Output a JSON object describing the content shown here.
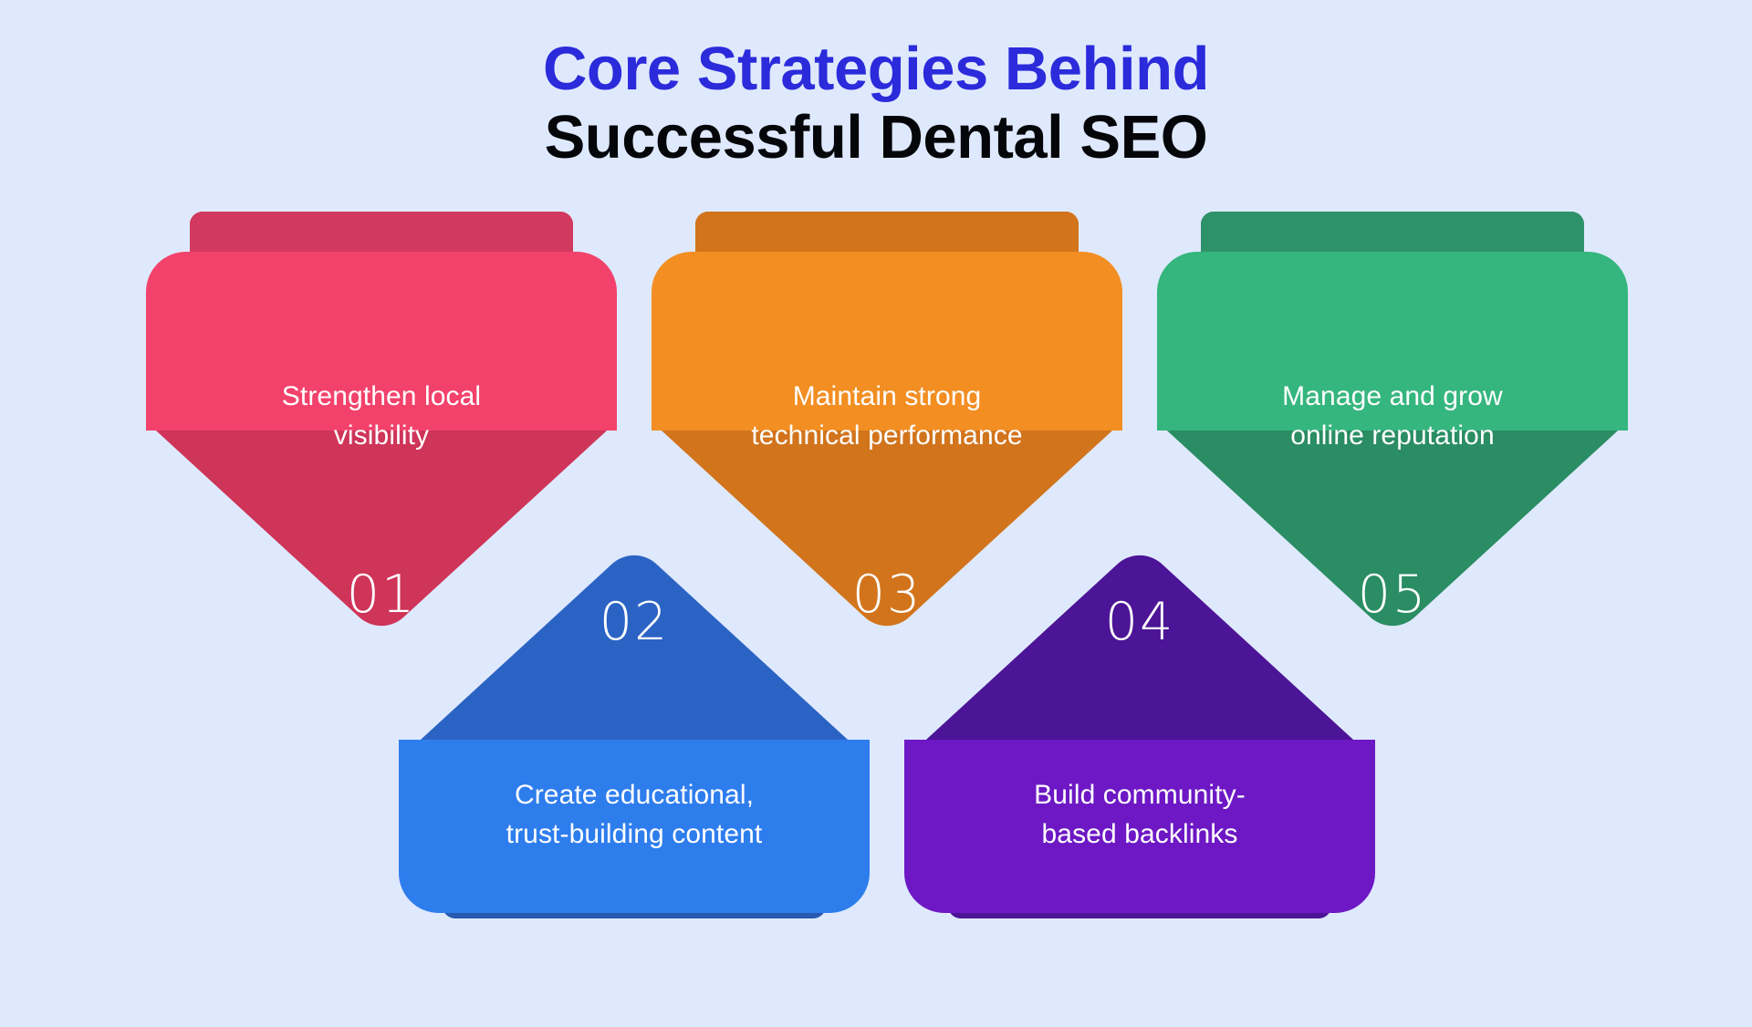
{
  "background_color": "#dfe9fd",
  "title": {
    "line1": "Core Strategies Behind",
    "line1_color": "#2b2bdb",
    "line2": "Successful Dental SEO",
    "line2_color": "#05060a"
  },
  "cards": [
    {
      "number": "01",
      "label": "Strengthen local\nvisibility",
      "orientation": "down",
      "body_color": "#f2426b",
      "accent_color": "#cf3459",
      "tab_color": "#d13a5e",
      "tab_shadow_color": "#c03454",
      "text_color": "#ffffff"
    },
    {
      "number": "02",
      "label": "Create educational,\ntrust-building content",
      "orientation": "up",
      "body_color": "#2e7ded",
      "accent_color": "#2b63c4",
      "tab_color": "#275ab0",
      "tab_shadow_color": "#2253a2",
      "text_color": "#ffffff"
    },
    {
      "number": "03",
      "label": "Maintain strong\ntechnical performance",
      "orientation": "down",
      "body_color": "#f28e22",
      "accent_color": "#d2741c",
      "tab_color": "#d2741c",
      "tab_shadow_color": "#c26a18",
      "text_color": "#ffffff"
    },
    {
      "number": "04",
      "label": "Build community-\nbased backlinks",
      "orientation": "up",
      "body_color": "#6d18c4",
      "accent_color": "#4c1496",
      "tab_color": "#4c1496",
      "tab_shadow_color": "#451089",
      "text_color": "#ffffff"
    },
    {
      "number": "05",
      "label": "Manage and grow\nonline reputation",
      "orientation": "down",
      "body_color": "#35b67e",
      "accent_color": "#2a8d63",
      "tab_color": "#2e9269",
      "tab_shadow_color": "#29855f",
      "text_color": "#ffffff"
    }
  ]
}
